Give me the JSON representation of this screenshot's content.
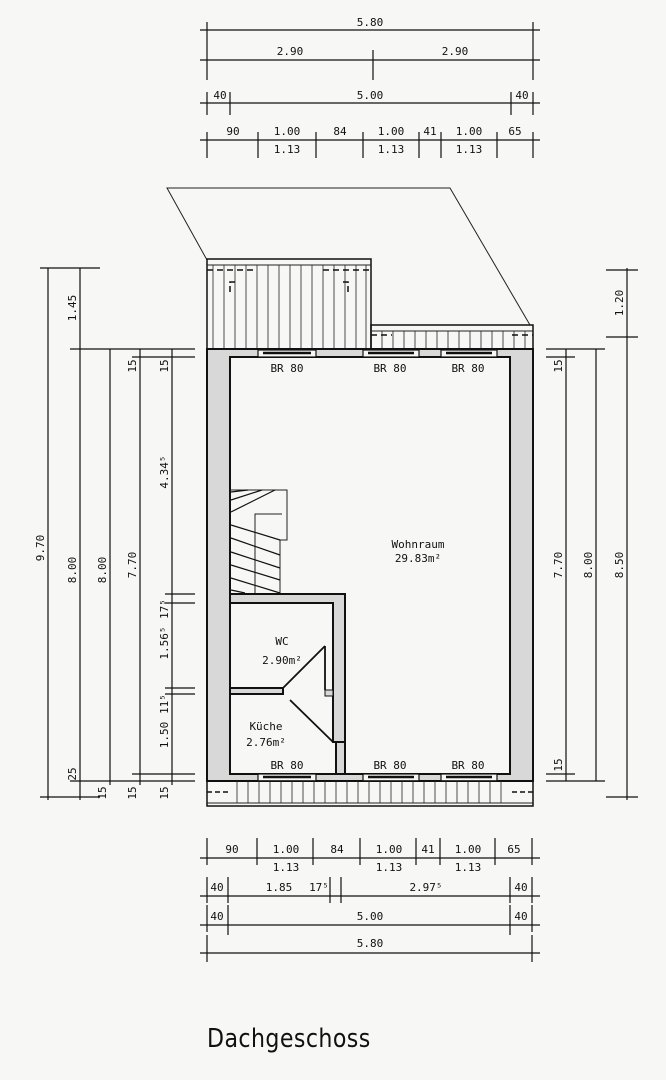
{
  "title": "Dachgeschoss",
  "colors": {
    "ink": "#111111",
    "wall_fill": "#d8d8d8",
    "background": "#f7f7f5"
  },
  "rooms": [
    {
      "name": "Wohnraum",
      "area": "29.83m²"
    },
    {
      "name": "WC",
      "area": "2.90m²"
    },
    {
      "name": "Küche",
      "area": "2.76m²"
    }
  ],
  "windows": {
    "top": [
      "BR 80",
      "BR 80",
      "BR 80"
    ],
    "bottom": [
      "BR 80",
      "BR 80",
      "BR 80"
    ]
  },
  "dimensions": {
    "top": {
      "row1": [
        "5.80"
      ],
      "row2": [
        "2.90",
        "2.90"
      ],
      "row3": [
        "40",
        "5.00",
        "40"
      ],
      "row4_upper": [
        "90",
        "1.00",
        "84",
        "1.00",
        "41",
        "1.00",
        "65"
      ],
      "row4_lower": [
        "1.13",
        "1.13",
        "1.13"
      ]
    },
    "bottom": {
      "row1_upper": [
        "90",
        "1.00",
        "84",
        "1.00",
        "41",
        "1.00",
        "65"
      ],
      "row1_lower": [
        "1.13",
        "1.13",
        "1.13"
      ],
      "row2": [
        "40",
        "1.85",
        "17⁵",
        "2.97⁵",
        "40"
      ],
      "row3": [
        "40",
        "5.00",
        "40"
      ],
      "row4": [
        "5.80"
      ]
    },
    "left": {
      "outer": [
        "9.70"
      ],
      "col2": [
        "1.45",
        "8.00",
        "25"
      ],
      "col3": [
        "8.00",
        "15"
      ],
      "col4": [
        "15",
        "7.70",
        "15"
      ],
      "col5": [
        "15",
        "4.34⁵",
        "17⁵",
        "1.56⁵",
        "11⁵",
        "1.50",
        "15"
      ]
    },
    "right": {
      "col1": [
        "15",
        "7.70",
        "15"
      ],
      "col2": [
        "8.00"
      ],
      "col3": [
        "1.20",
        "8.50"
      ]
    }
  }
}
